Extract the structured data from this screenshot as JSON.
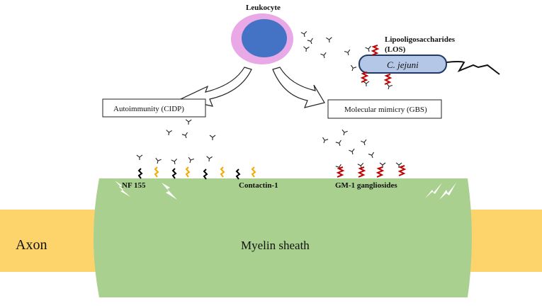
{
  "labels": {
    "leukocyte": "Leukocyte",
    "los_line1": "Lipooligosaccharides",
    "los_line2": "(LOS)",
    "bacterium": "C. jejuni",
    "autoimmunity": "Autoimmunity (CIDP)",
    "mimicry": "Molecular mimicry (GBS)",
    "nf155": "NF 155",
    "contactin": "Contactin-1",
    "gm1": "GM-1 gangliosides",
    "axon": "Axon",
    "myelin": "Myelin sheath"
  },
  "colors": {
    "axon": "#fdd46b",
    "myelin": "#a9d08e",
    "leukocyte_outer": "#e9a8e6",
    "leukocyte_nucleus": "#4472c4",
    "bacterium": "#b4c7e7",
    "bacterium_outline": "#1f3864",
    "los": "#c00000",
    "nf155": "#000000",
    "contactin": "#f4a900"
  }
}
